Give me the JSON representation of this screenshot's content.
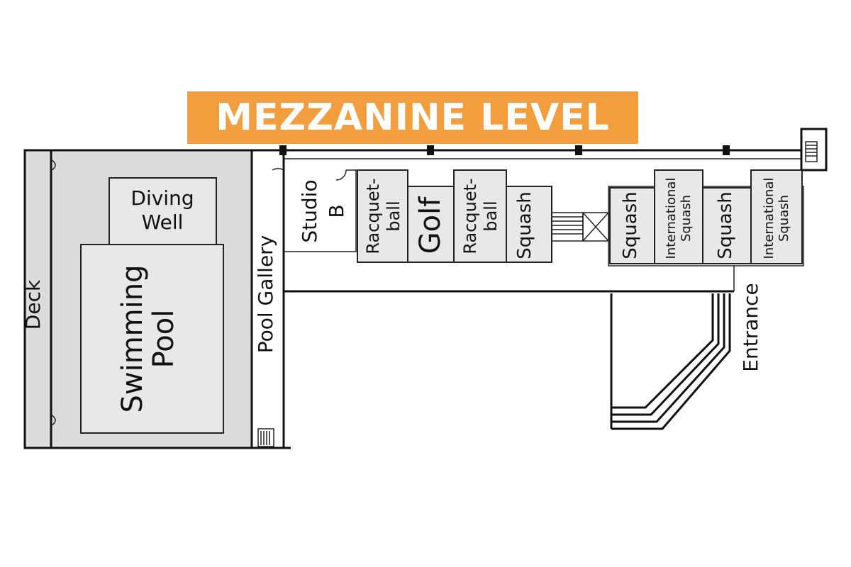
{
  "title": "MEZZANINE LEVEL",
  "colors": {
    "banner": "#f29d3e",
    "room_fill": "#e8e8e8",
    "deck_fill": "#dcdcdc"
  },
  "labels": {
    "deck": "Deck",
    "diving_well_1": "Diving",
    "diving_well_2": "Well",
    "swimming_pool_1": "Swimming",
    "swimming_pool_2": "Pool",
    "pool_gallery": "Pool Gallery",
    "studio_b_1": "Studio",
    "studio_b_2": "B",
    "racquetball_1a": "Racquet-",
    "racquetball_1b": "ball",
    "golf": "Golf",
    "racquetball_2a": "Racquet-",
    "racquetball_2b": "ball",
    "squash_1": "Squash",
    "squash_2": "Squash",
    "intl_squash_1a": "International",
    "intl_squash_1b": "Squash",
    "squash_3": "Squash",
    "intl_squash_2a": "International",
    "intl_squash_2b": "Squash",
    "entrance": "Entrance"
  }
}
